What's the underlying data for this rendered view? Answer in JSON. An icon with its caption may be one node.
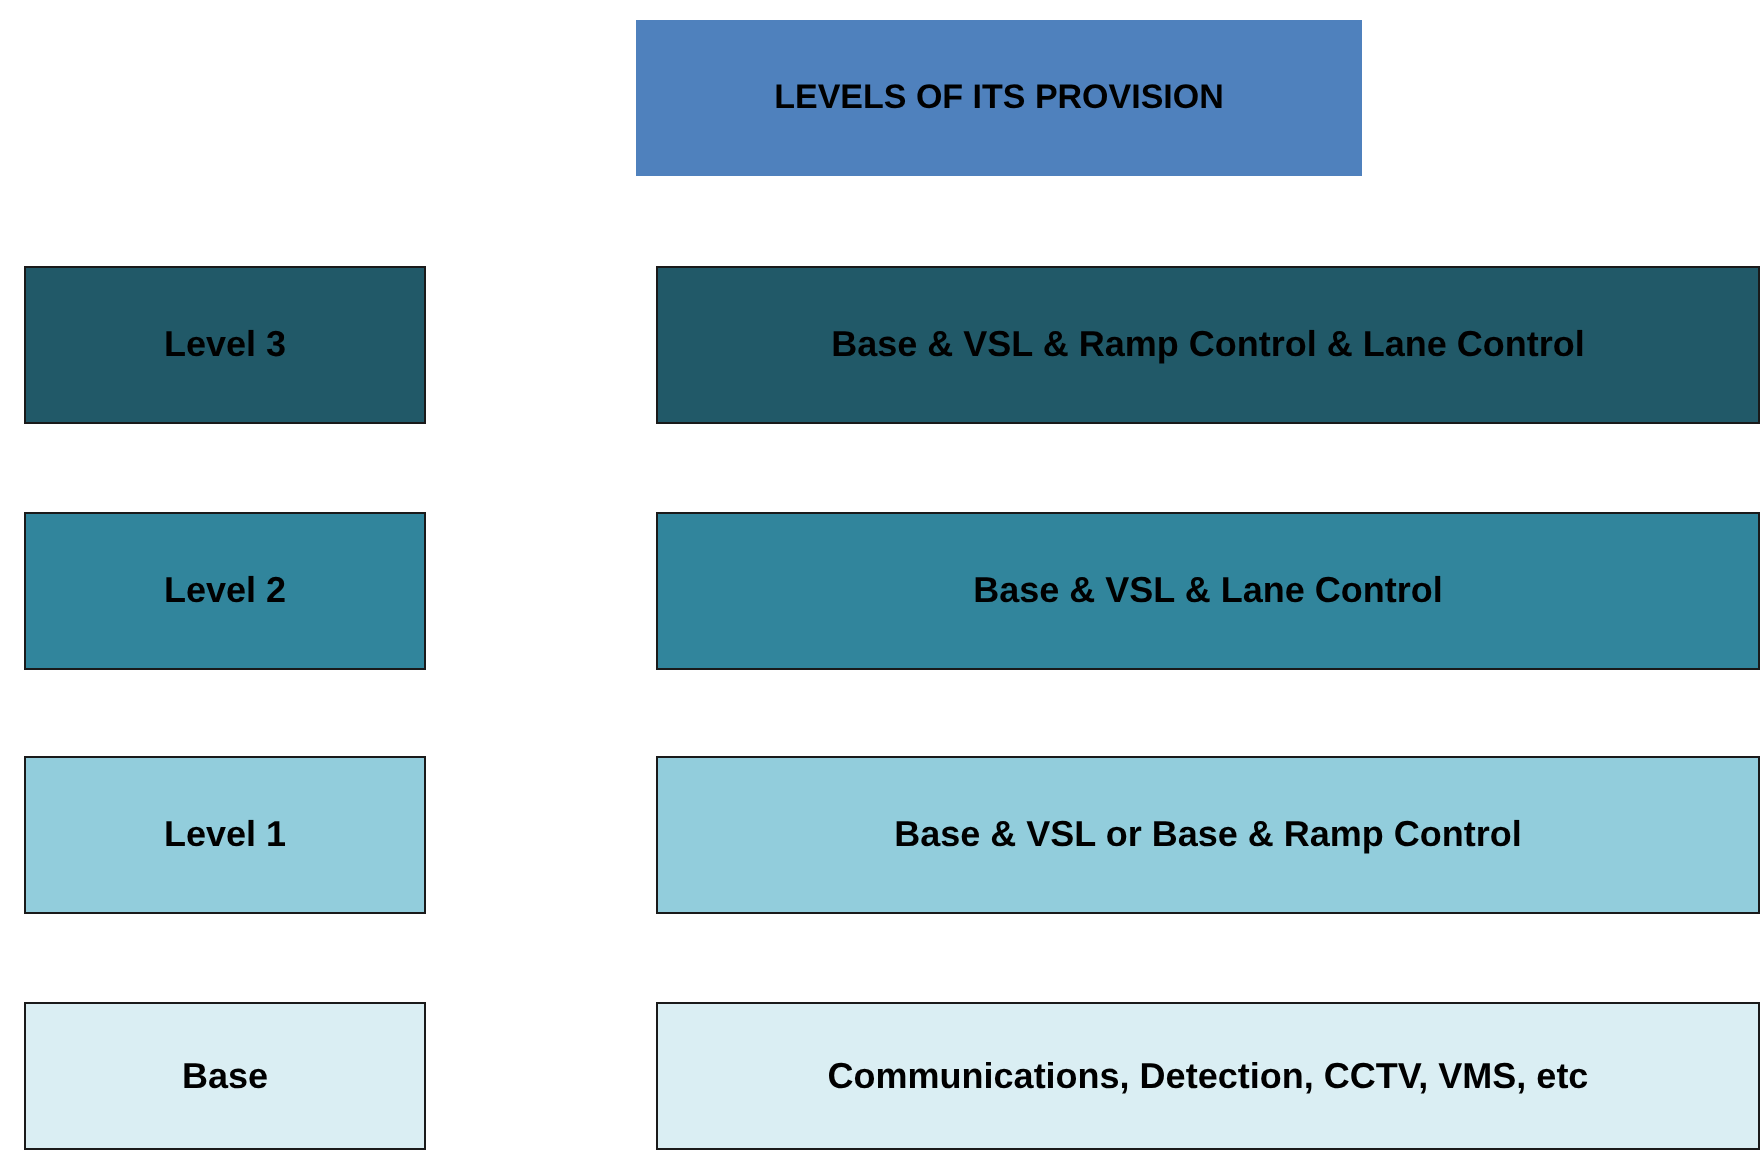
{
  "diagram": {
    "nodes": [
      {
        "text": [
          "LEVELS OF ITS PROVISION"
        ]
      },
      {
        "text": [
          "Level 3"
        ]
      },
      {
        "text": [
          "Base & VSL & Ramp Control & Lane Control"
        ]
      },
      {
        "text": [
          "Level 2"
        ]
      },
      {
        "text": [
          "Base & VSL & Lane Control"
        ]
      },
      {
        "text": [
          "Level 1"
        ]
      },
      {
        "text": [
          "Base & VSL or Base & Ramp Control"
        ]
      },
      {
        "text": [
          "Base"
        ]
      },
      {
        "text": [
          "Communications, Detection, CCTV, VMS, etc"
        ]
      }
    ],
    "edges": []
  }
}
